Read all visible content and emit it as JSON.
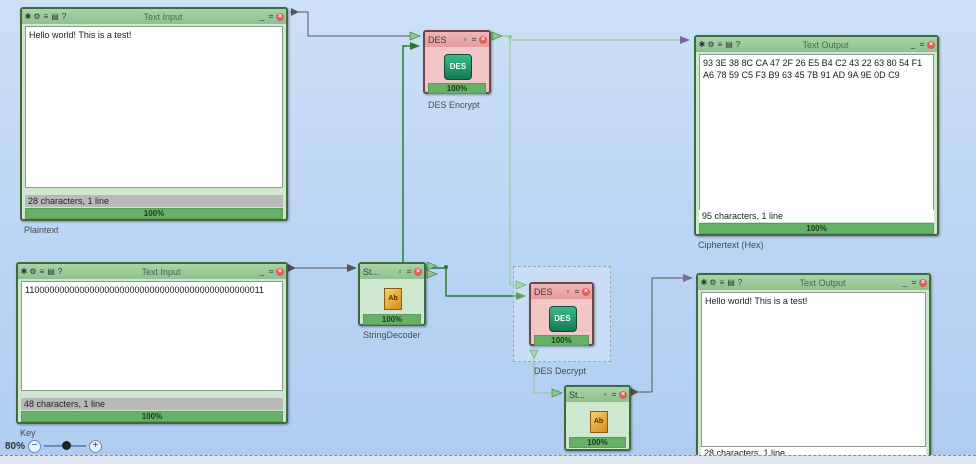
{
  "plaintext_node": {
    "title": "Text Input",
    "content": "Hello world! This is a test!",
    "status": "28 characters,  1 line",
    "progress_label": "100%",
    "progress": 100,
    "caption": "Plaintext"
  },
  "key_node": {
    "title": "Text Input",
    "content": "110000000000000000000000000000000000000000000011",
    "status": "48 characters,  1 line",
    "progress_label": "100%",
    "progress": 100,
    "caption": "Key"
  },
  "des_encrypt": {
    "title": "DES",
    "icon_label": "DES",
    "progress_label": "100%",
    "progress": 100,
    "caption": "DES Encrypt"
  },
  "des_decrypt": {
    "title": "DES",
    "icon_label": "DES",
    "progress_label": "100%",
    "progress": 100,
    "caption": "DES Decrypt"
  },
  "string_decoder_1": {
    "title": "St...",
    "progress_label": "100%",
    "progress": 100,
    "caption": "StringDecoder"
  },
  "string_decoder_2": {
    "title": "St...",
    "progress_label": "100%",
    "progress": 100
  },
  "ciphertext_node": {
    "title": "Text Output",
    "content": "93 3E 38 8C CA 47 2F 26 E5 B4 C2 43 22 63 80 54 F1 A6 78 59 C5 F3 B9 63 45 7B 91 AD 9A 9E 0D C9",
    "status": "95 characters,  1 line",
    "progress_label": "100%",
    "progress": 100,
    "caption": "Ciphertext (Hex)"
  },
  "decrypted_node": {
    "title": "Text Output",
    "content": "Hello world! This is a test!",
    "status": "28 characters,  1 line"
  },
  "zoom": {
    "level": "80%",
    "minus": "−",
    "plus": "+"
  },
  "colors": {
    "wire_dark": "#2f7a2f",
    "wire_light": "#8cc88c",
    "wire_gray": "#555555"
  }
}
